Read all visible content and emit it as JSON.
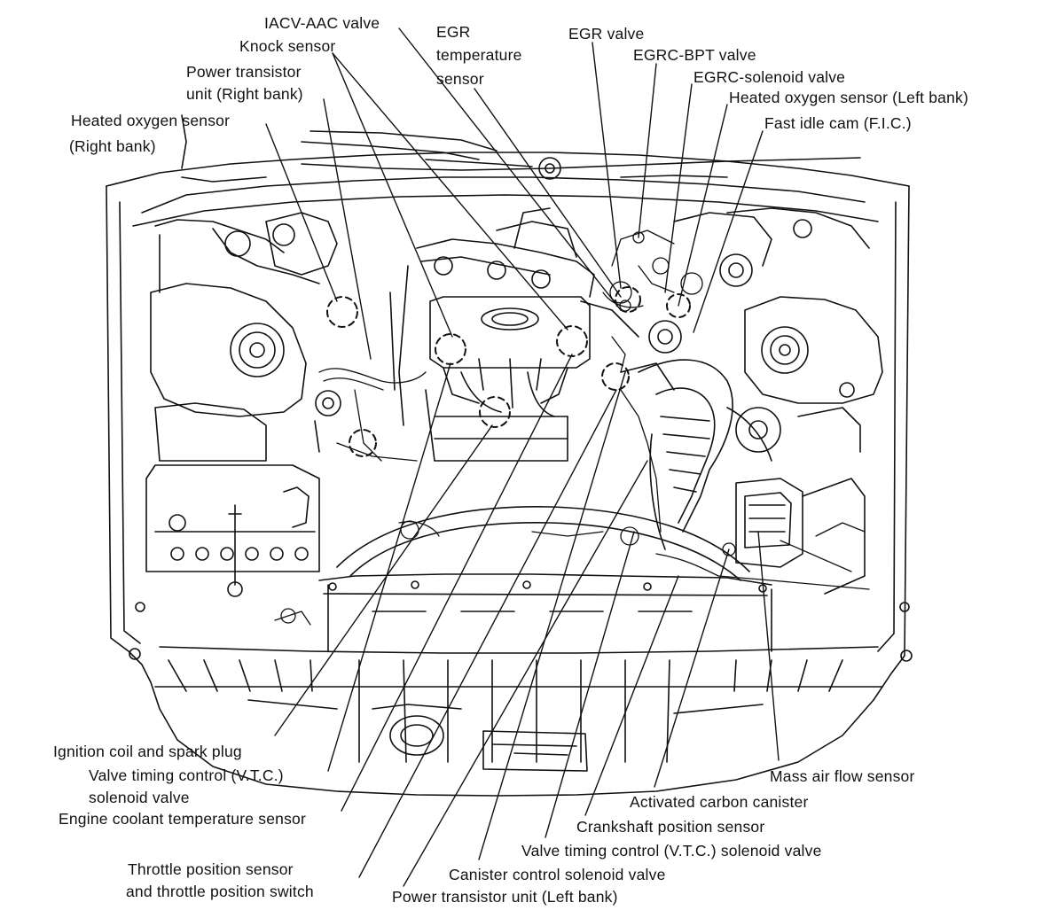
{
  "labels": {
    "iacv": "IACV-AAC valve",
    "knock": "Knock sensor",
    "ptu_right_1": "Power transistor",
    "ptu_right_2": "unit (Right bank)",
    "hos_right_1": "Heated oxygen sensor",
    "hos_right_2": "(Right bank)",
    "egr_temp_1": "EGR",
    "egr_temp_2": "temperature",
    "egr_temp_3": "sensor",
    "egr_valve": "EGR valve",
    "egrc_bpt": "EGRC-BPT valve",
    "egrc_sol": "EGRC-solenoid valve",
    "hos_left": "Heated oxygen sensor (Left bank)",
    "fic": "Fast idle cam (F.I.C.)",
    "ignition": "Ignition coil and spark plug",
    "vtc_right_1": "Valve timing control (V.T.C.)",
    "vtc_right_2": "solenoid valve",
    "ect": "Engine coolant temperature sensor",
    "tps_1": "Throttle position sensor",
    "tps_2": "and throttle position switch",
    "maf": "Mass air flow sensor",
    "carbon": "Activated carbon canister",
    "crank": "Crankshaft position sensor",
    "vtc_left": "Valve timing control (V.T.C.) solenoid valve",
    "canister_sol": "Canister control solenoid valve",
    "ptu_left": "Power transistor unit (Left bank)"
  },
  "colors": {
    "ink": "#111111",
    "paper": "#ffffff"
  }
}
